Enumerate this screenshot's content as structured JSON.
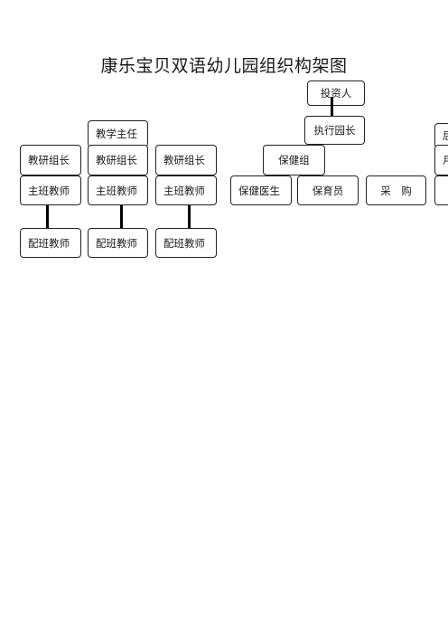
{
  "title": "康乐宝贝双语幼儿园组织构架图",
  "nodes": {
    "investor": "投资人",
    "executive_director": "执行园长",
    "teaching_director": "教学主任",
    "health_group": "保健组",
    "logistics_partial_top": "后",
    "logistics_partial_side": "月",
    "research_leader_1": "教研组长",
    "research_leader_2": "教研组长",
    "research_leader_3": "教研组长",
    "head_teacher_1": "主班教师",
    "head_teacher_2": "主班教师",
    "head_teacher_3": "主班教师",
    "assistant_teacher_1": "配班教师",
    "assistant_teacher_2": "配班教师",
    "assistant_teacher_3": "配班教师",
    "health_doctor": "保健医生",
    "caregiver": "保育员",
    "procurement": "采　购"
  }
}
